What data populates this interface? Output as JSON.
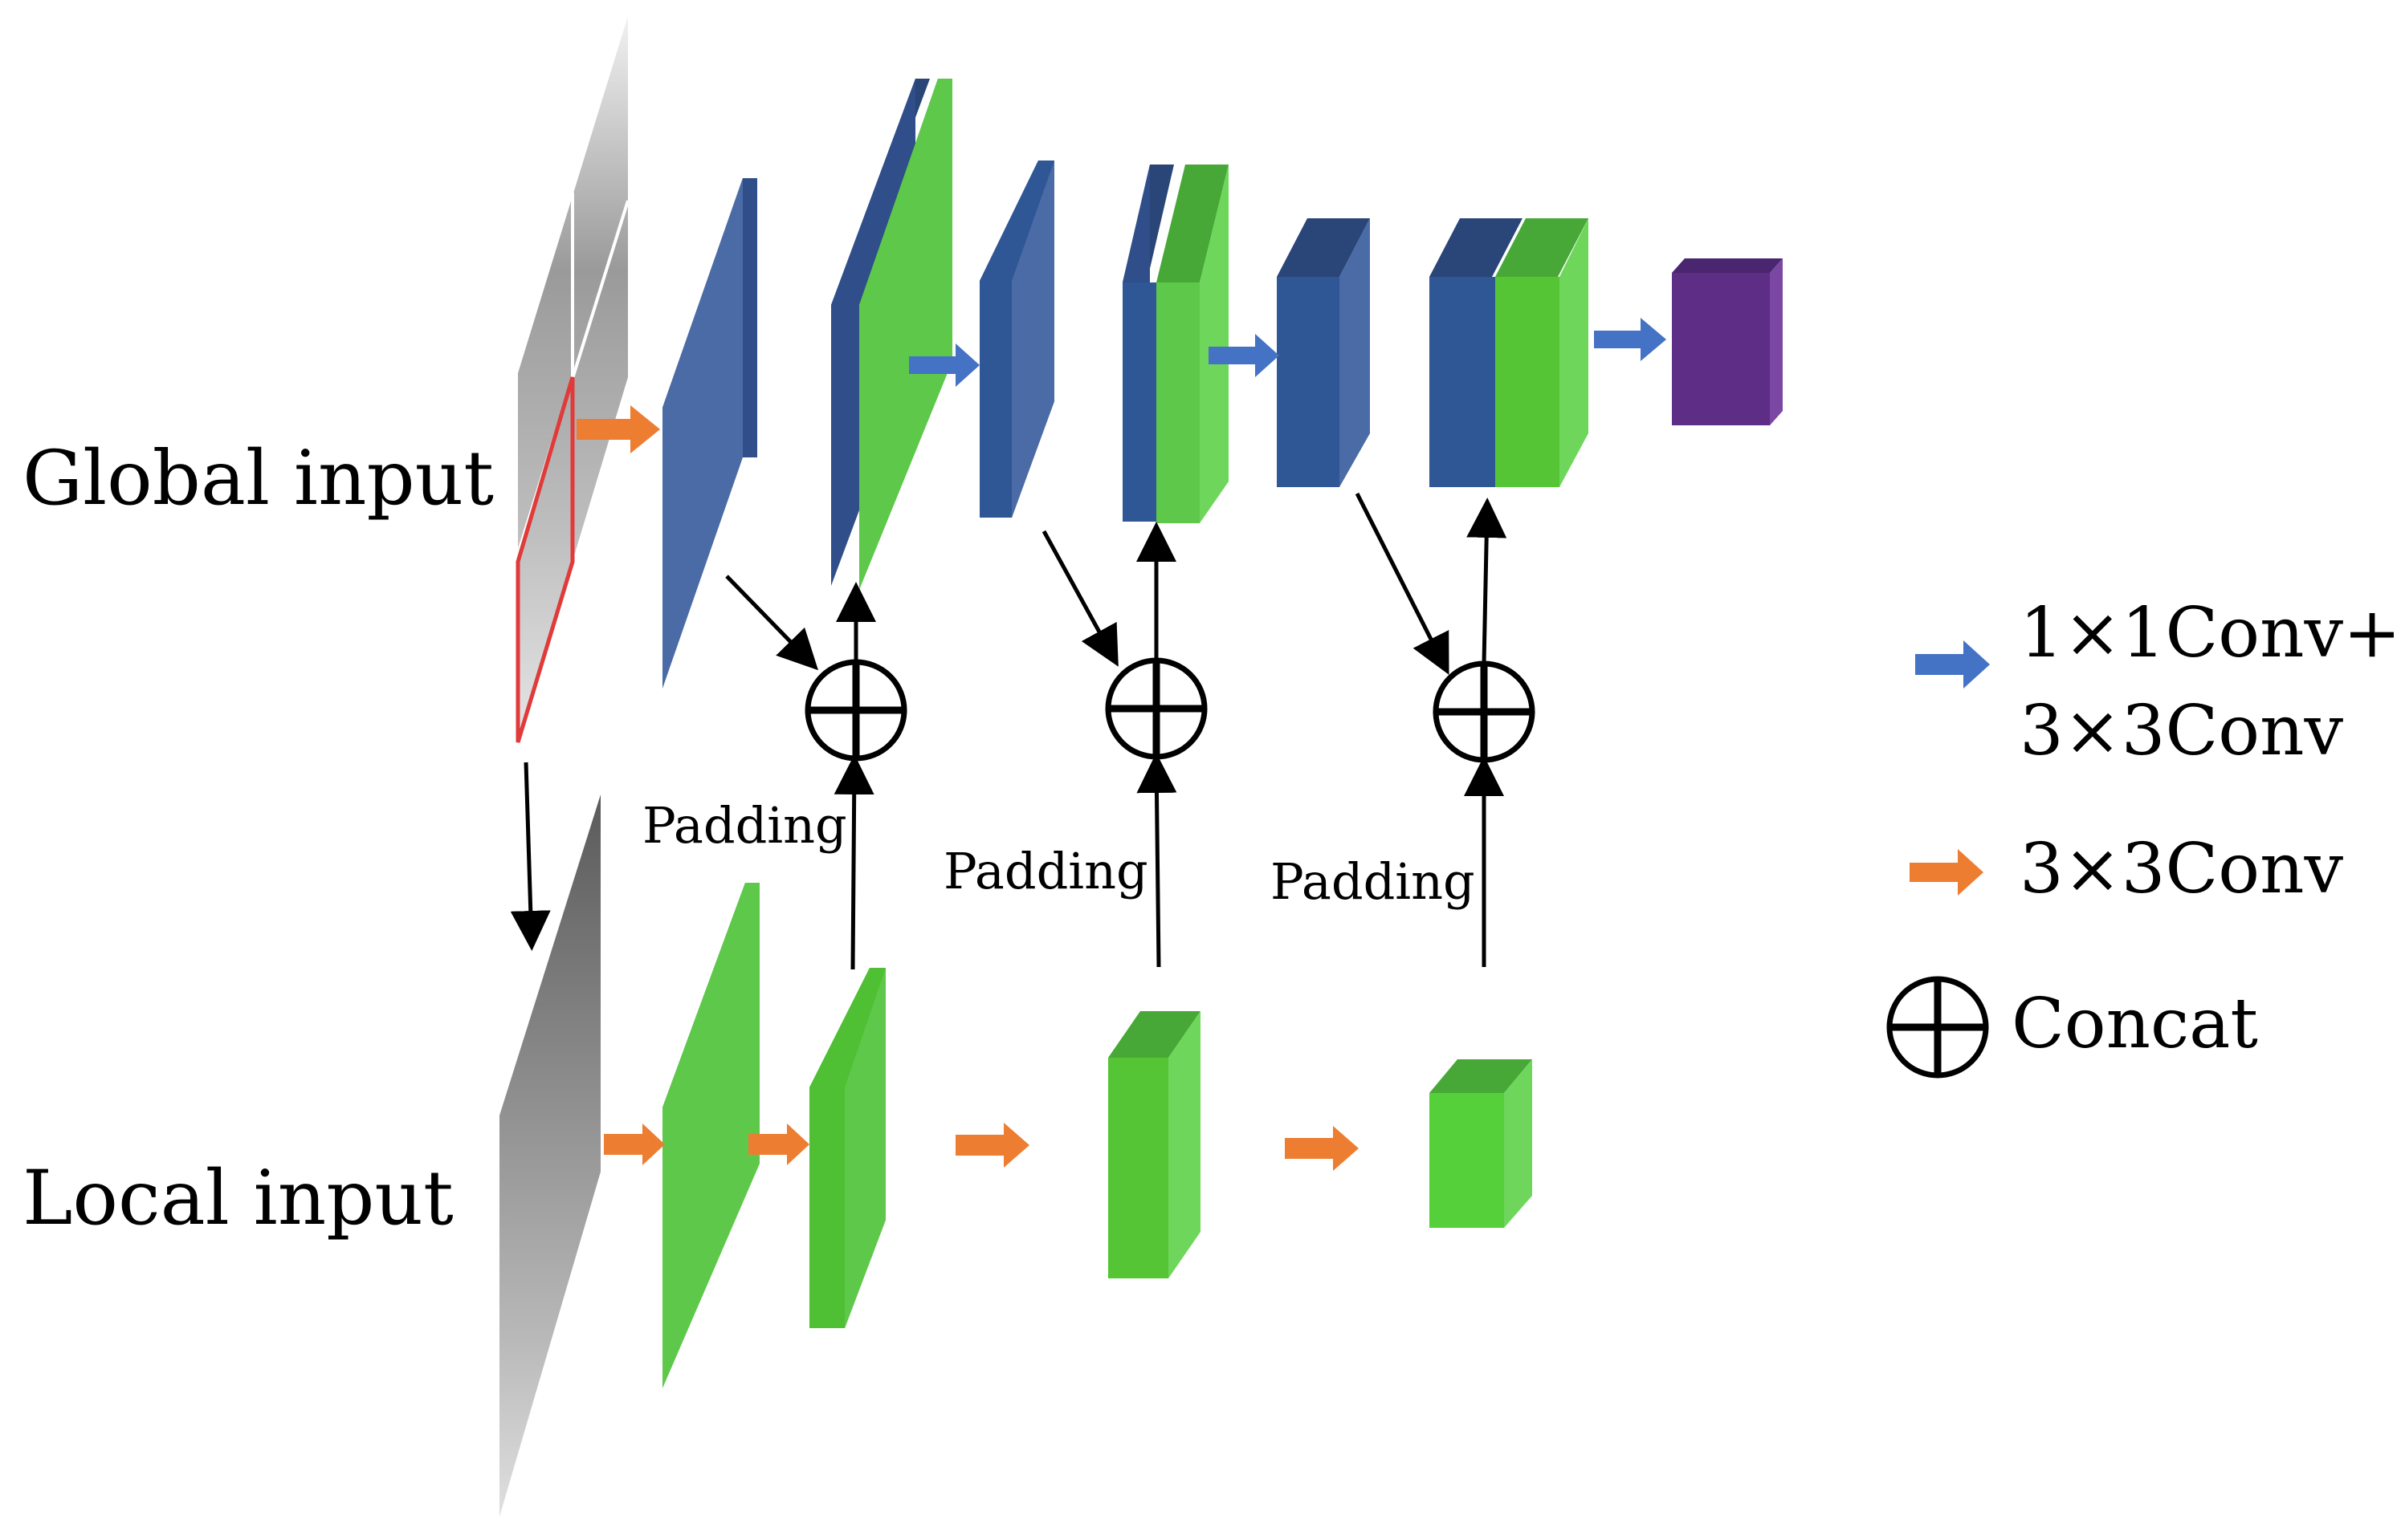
{
  "labels": {
    "global_input": "Global input",
    "local_input": "Local input",
    "padding": [
      "Padding",
      "Padding",
      "Padding"
    ]
  },
  "legend": {
    "blue_arrow_line1": "1×1Conv+",
    "blue_arrow_line2": "3×3Conv",
    "orange_arrow": "3×3Conv",
    "concat": "Concat"
  },
  "colors": {
    "blue_face": "#4a6ba6",
    "blue_dark": "#2f4e8a",
    "blue_top": "#2a4577",
    "green_face": "#5ec84a",
    "green_dark": "#47a837",
    "green_side": "#6fd65c",
    "purple": "#5e2d86",
    "blue_arrow": "#4472c4",
    "orange_arrow": "#ed7d31"
  }
}
